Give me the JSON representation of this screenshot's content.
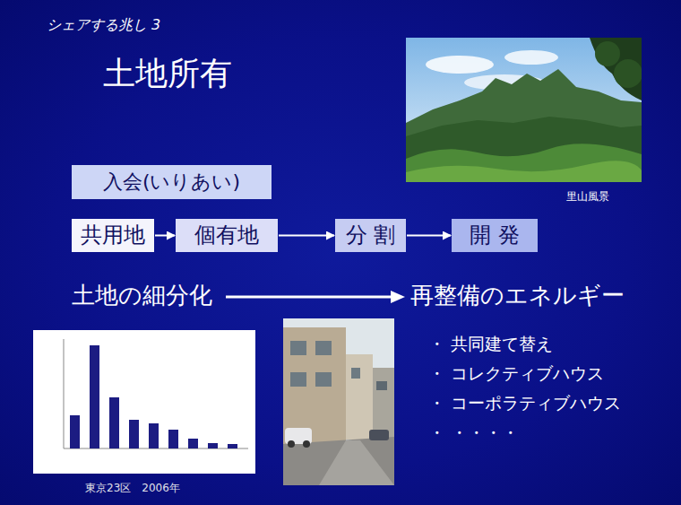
{
  "diagram": {
    "title": "土地所有",
    "nodes": [
      {
        "text": [
          "入会(いりあい)"
        ]
      },
      {
        "text": [
          "共用地"
        ]
      },
      {
        "text": [
          "個有地"
        ]
      },
      {
        "text": [
          "分 割"
        ]
      },
      {
        "text": [
          "開 発"
        ]
      }
    ],
    "edges": [
      {
        "from": 1,
        "to": 2,
        "arrow": "to"
      },
      {
        "from": 2,
        "to": 3,
        "arrow": "to"
      },
      {
        "from": 3,
        "to": 4,
        "arrow": "to"
      }
    ],
    "labels": [
      "シェアする兆し 3",
      "里山風景",
      "土地の細分化",
      "再整備のエネルギー",
      "東京23区　2006年",
      "・ 共同建て替え",
      "・ コレクティブハウス",
      "・ コーポラティブハウス",
      "・ ・・・・"
    ]
  }
}
